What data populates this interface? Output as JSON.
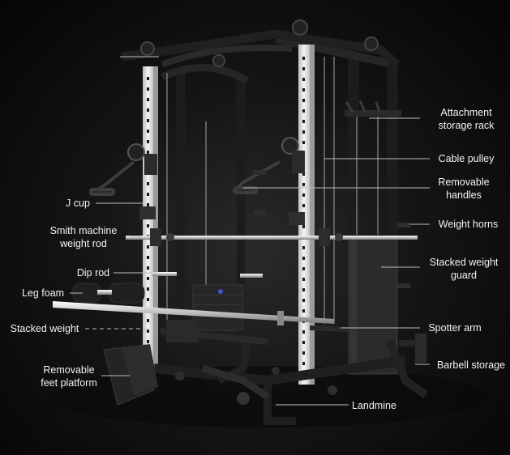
{
  "labels": {
    "attachment_storage_rack": "Attachment\nstorage rack",
    "cable_pulley": "Cable pulley",
    "removable_handles": "Removable\nhandles",
    "weight_horns": "Weight horns",
    "stacked_weight_guard": "Stacked weight\nguard",
    "spotter_arm": "Spotter arm",
    "barbell_storage": "Barbell storage",
    "landmine": "Landmine",
    "j_cup": "J cup",
    "smith_machine_weight_rod": "Smith machine\nweight rod",
    "dip_rod": "Dip rod",
    "leg_foam": "Leg foam",
    "stacked_weight": "Stacked weight",
    "removable_feet_platform": "Removable\nfeet platform"
  },
  "colors": {
    "background": "#0b0b0b",
    "frame": "#1c1c1c",
    "upright_white": "#e9e9e9",
    "chrome": "#cfcfcf",
    "text": "#f2f2f2",
    "leader_line": "#bdbdbd"
  }
}
